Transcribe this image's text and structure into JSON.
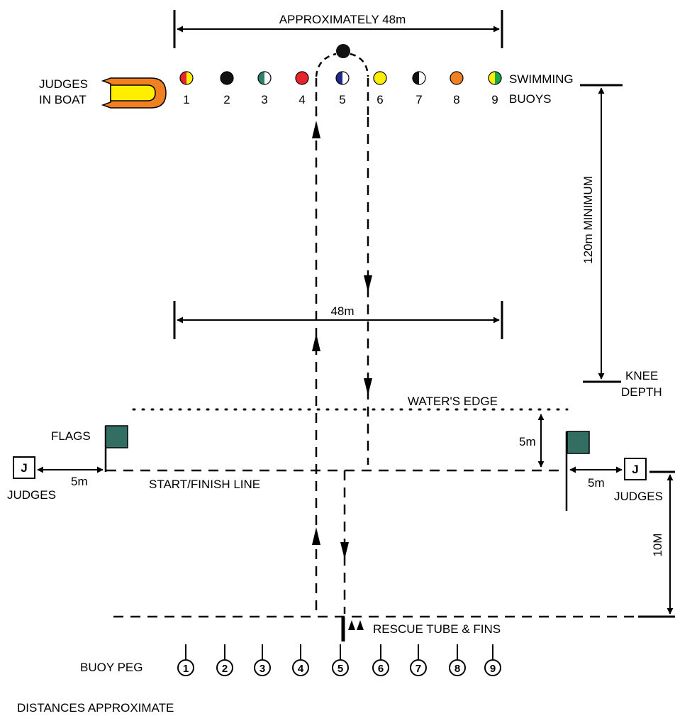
{
  "labels": {
    "top_distance": "APPROXIMATELY 48m",
    "judges_in_boat_line1": "JUDGES",
    "judges_in_boat_line2": "IN BOAT",
    "swimming_buoys_line1": "SWIMMING",
    "swimming_buoys_line2": "BUOYS",
    "vertical_distance": "120m MINIMUM",
    "mid_distance": "48m",
    "knee_depth_line1": "KNEE",
    "knee_depth_line2": "DEPTH",
    "waters_edge": "WATER'S EDGE",
    "flags": "FLAGS",
    "flag_gap": "5m",
    "left_judge_gap": "5m",
    "right_judge_gap": "5m",
    "judge_box_letter": "J",
    "left_judges": "JUDGES",
    "right_judges": "JUDGES",
    "start_finish": "START/FINISH LINE",
    "ten_m": "10M",
    "rescue_tube": "RESCUE TUBE & FINS",
    "buoy_peg": "BUOY PEG",
    "footer": "DISTANCES APPROXIMATE"
  },
  "buoys": [
    {
      "number": "1",
      "style": "half-red-yellow",
      "colors": [
        "#e8242b",
        "#ffee00"
      ]
    },
    {
      "number": "2",
      "style": "solid",
      "colors": [
        "#111111"
      ]
    },
    {
      "number": "3",
      "style": "half-teal-white",
      "colors": [
        "#2f7f6d",
        "#ffffff"
      ]
    },
    {
      "number": "4",
      "style": "solid",
      "colors": [
        "#e8242b"
      ]
    },
    {
      "number": "5",
      "style": "half-navy-white",
      "colors": [
        "#1e2a8a",
        "#ffffff"
      ]
    },
    {
      "number": "6",
      "style": "solid",
      "colors": [
        "#ffee00"
      ]
    },
    {
      "number": "7",
      "style": "half-black-white",
      "colors": [
        "#111111",
        "#ffffff"
      ]
    },
    {
      "number": "8",
      "style": "solid",
      "colors": [
        "#f08020"
      ]
    },
    {
      "number": "9",
      "style": "half-yellow-green",
      "colors": [
        "#ffee00",
        "#1aa64a"
      ]
    }
  ],
  "pegs": [
    "1",
    "2",
    "3",
    "4",
    "5",
    "6",
    "7",
    "8",
    "9"
  ],
  "colors": {
    "flag": "#336e62",
    "boat_outer": "#f08020",
    "boat_inner": "#ffee00"
  }
}
